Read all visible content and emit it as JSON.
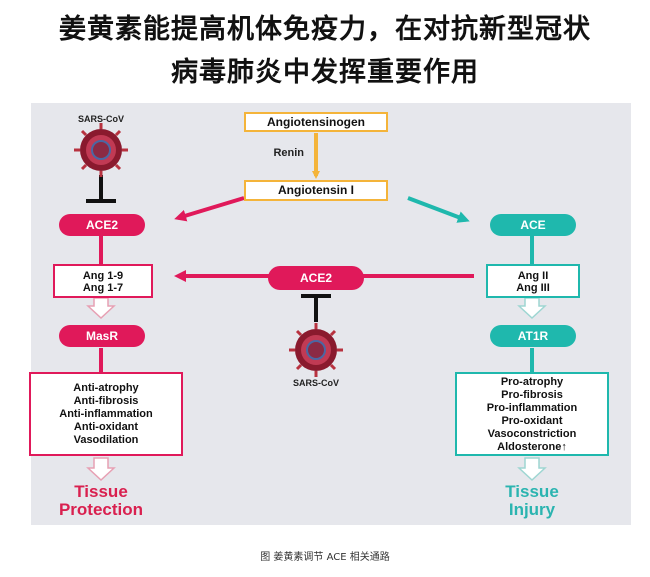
{
  "title": {
    "line1": "姜黄素能提高机体免疫力，在对抗新型冠状",
    "line2": "病毒肺炎中发挥重要作用"
  },
  "diagram": {
    "angiotensinogen": "Angiotensinogen",
    "renin": "Renin",
    "angiotensin_i": "Angiotensin I",
    "left": {
      "virus_label": "SARS-CoV",
      "enzyme": "ACE2",
      "products": [
        "Ang 1-9",
        "Ang 1-7"
      ],
      "receptor": "MasR",
      "effects": [
        "Anti-atrophy",
        "Anti-fibrosis",
        "Anti-inflammation",
        "Anti-oxidant",
        "Vasodilation"
      ],
      "outcome": [
        "Tissue",
        "Protection"
      ]
    },
    "middle": {
      "enzyme": "ACE2",
      "virus_label": "SARS-CoV"
    },
    "right": {
      "enzyme": "ACE",
      "products": [
        "Ang II",
        "Ang III"
      ],
      "receptor": "AT1R",
      "effects": [
        "Pro-atrophy",
        "Pro-fibrosis",
        "Pro-inflammation",
        "Pro-oxidant",
        "Vasoconstriction",
        "Aldosterone↑"
      ],
      "outcome": [
        "Tissue",
        "Injury"
      ]
    }
  },
  "caption": "图  姜黄素调节 ACE 相关通路",
  "colors": {
    "panel": "#e6e7ec",
    "pink": "#e0195a",
    "teal": "#1fb8ad",
    "orange": "#f4b43a",
    "protection_text": "#d9204f",
    "injury_text": "#2bb4b0"
  }
}
